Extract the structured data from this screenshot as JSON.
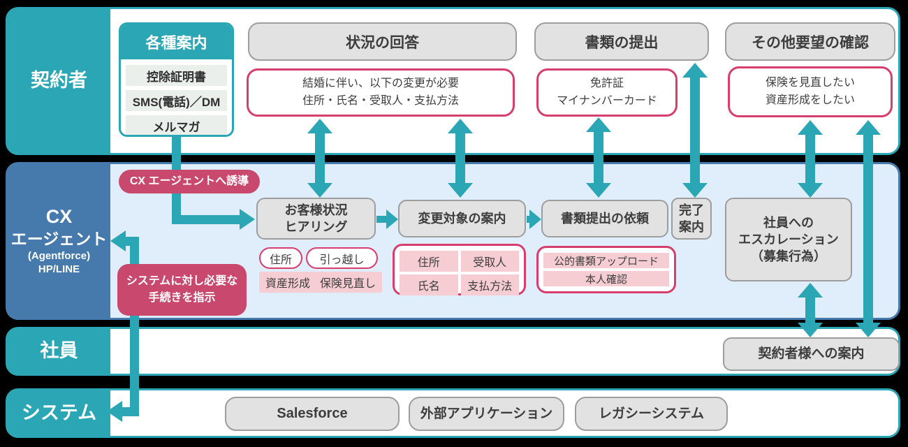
{
  "colors": {
    "teal": "#2AA6B4",
    "blue": "#467AAD",
    "lane_blue_bg": "#DFEEFA",
    "pink": "#C9486E",
    "pink_border": "#D63E6E",
    "pink_light": "#F5CDD2",
    "gray_fill": "#E2E2E2",
    "gray_border": "#9D9D9D",
    "text": "#3D3D3D"
  },
  "lanes": {
    "contractor": {
      "label": "契約者"
    },
    "cx_agent": {
      "label_line1": "CX",
      "label_line2": "エージェント",
      "label_sub1": "(Agentforce)",
      "label_sub2": "HP/LINE"
    },
    "staff": {
      "label": "社員"
    },
    "system": {
      "label": "システム"
    }
  },
  "contractor": {
    "guide": {
      "title": "各種案内",
      "items": [
        "控除証明書",
        "SMS(電話)／DM",
        "メルマガ"
      ]
    },
    "status_header": "状況の回答",
    "status_note_line1": "結婚に伴い、以下の変更が必要",
    "status_note_line2": "住所・氏名・受取人・支払方法",
    "docs_header": "書類の提出",
    "docs_note_line1": "免許証",
    "docs_note_line2": "マイナンバーカード",
    "other_header": "その他要望の確認",
    "other_note_line1": "保険を見直したい",
    "other_note_line2": "資産形成をしたい"
  },
  "cx": {
    "redirect_label": "CX エージェントへ誘導",
    "hearing_title_line1": "お客様状況",
    "hearing_title_line2": "ヒアリング",
    "hearing_chips": [
      "住所",
      "引っ越し"
    ],
    "hearing_topics": [
      "資産形成",
      "保険見直し"
    ],
    "change_title": "変更対象の案内",
    "change_items": [
      "住所",
      "受取人",
      "氏名",
      "支払方法"
    ],
    "docs_request_title": "書類提出の依頼",
    "docs_request_items": [
      "公的書類アップロード",
      "本人確認"
    ],
    "complete_line1": "完了",
    "complete_line2": "案内",
    "escalation_line1": "社員への",
    "escalation_line2": "エスカレーション",
    "escalation_line3": "（募集行為）",
    "instruct_line1": "システムに対し必要な",
    "instruct_line2": "手続きを指示"
  },
  "staff": {
    "guide_box": "契約者様への案内"
  },
  "system": {
    "boxes": [
      "Salesforce",
      "外部アプリケーション",
      "レガシーシステム"
    ]
  }
}
